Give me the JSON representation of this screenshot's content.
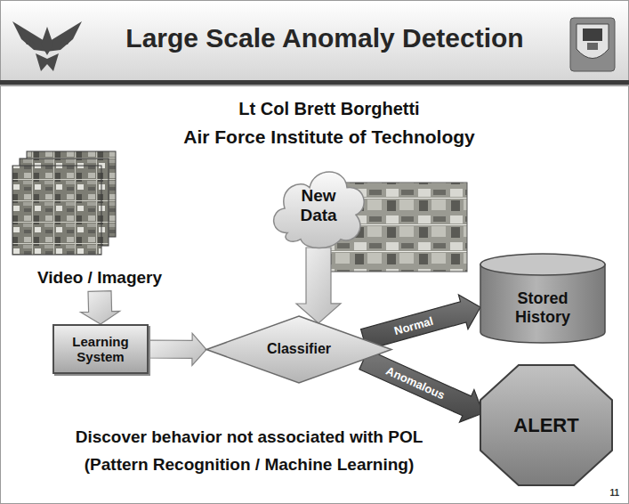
{
  "diagram": {
    "title": "Large Scale Anomaly Detection",
    "nodes": [
      {
        "text": [
          "Video / Imagery"
        ]
      },
      {
        "text": [
          "New Data"
        ]
      },
      {
        "text": [
          "Learning System"
        ]
      },
      {
        "text": [
          "Classifier"
        ]
      },
      {
        "text": [
          "Stored History"
        ]
      },
      {
        "text": [
          "ALERT"
        ]
      }
    ],
    "edges": [
      {
        "from": 0,
        "to": 2,
        "arrow": "to"
      },
      {
        "from": 1,
        "to": 3,
        "arrow": "to"
      },
      {
        "from": 2,
        "to": 3,
        "arrow": "to"
      },
      {
        "from": 3,
        "to": 4,
        "label": "Normal",
        "arrow": "to"
      },
      {
        "from": 3,
        "to": 5,
        "label": "Anomalous",
        "arrow": "to"
      }
    ],
    "labels": [
      "Lt Col Brett Borghetti",
      "Air Force Institute of Technology",
      "Discover behavior not associated with POL",
      "(Pattern Recognition / Machine Learning)",
      "11"
    ]
  }
}
